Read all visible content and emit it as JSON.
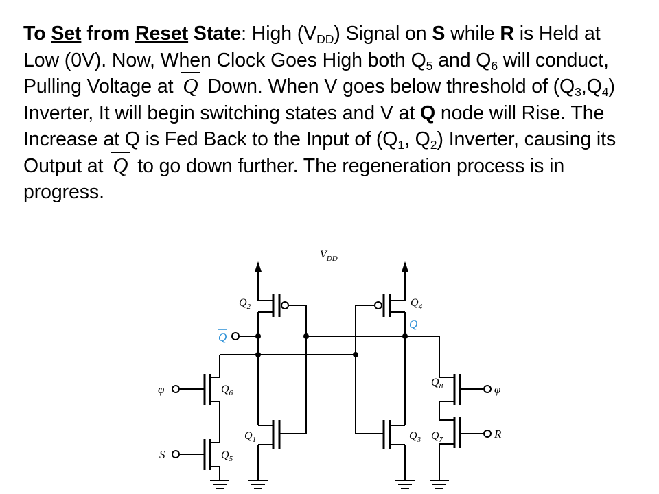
{
  "paragraph": {
    "p1": "To ",
    "p2": "Set",
    "p3": " from ",
    "p4": "Reset",
    "p5": " State",
    "p6": ": High (V",
    "p7": "DD",
    "p8": ") Signal on ",
    "p9": "S",
    "p10": " while ",
    "p11": "R",
    "p12": " is Held at Low (0V).  Now, When Clock Goes High both Q",
    "p13": "5",
    "p14": " and Q",
    "p15": "6",
    "p16": " will conduct, Pulling Voltage at ",
    "p17": "Q",
    "p18": " Down. When V goes below threshold of (Q",
    "p19": "3",
    "p20": ",Q",
    "p21": "4",
    "p22": ") Inverter, It will begin switching states and V at  ",
    "p23": "Q",
    "p24": " node will Rise.  The Increase at Q is Fed Back to the Input of (Q",
    "p25": "1",
    "p26": ", Q",
    "p27": "2",
    "p28": ") Inverter, causing its Output at ",
    "p29": "Q",
    "p30": " to go down further. The regeneration process is in progress."
  },
  "circuit": {
    "vdd": {
      "main": "V",
      "sub": "DD"
    },
    "q2": {
      "main": "Q",
      "sub": "2"
    },
    "q4": {
      "main": "Q",
      "sub": "4"
    },
    "q6": {
      "main": "Q",
      "sub": "6"
    },
    "q8": {
      "main": "Q",
      "sub": "8"
    },
    "q1": {
      "main": "Q",
      "sub": "1"
    },
    "q3": {
      "main": "Q",
      "sub": "3"
    },
    "q5": {
      "main": "Q",
      "sub": "5"
    },
    "q7": {
      "main": "Q",
      "sub": "7"
    },
    "qbar_node": "Q",
    "q_node": "Q",
    "phi_left": "φ",
    "phi_right": "φ",
    "s_input": "S",
    "r_input": "R",
    "node_label_color": "#2b8fd6"
  }
}
